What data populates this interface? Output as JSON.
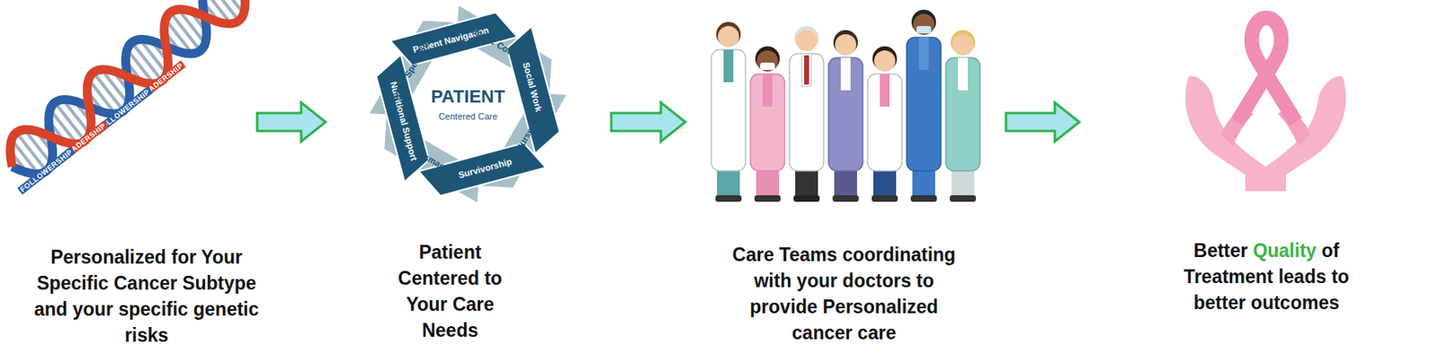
{
  "diagram": {
    "nodes": [
      {
        "text": [
          "Personalized for Your Specific Cancer Subtype and your specific genetic risks"
        ]
      },
      {
        "text": [
          "Patient Centered to Your Care Needs"
        ]
      },
      {
        "text": [
          "Care Teams coordinating with your doctors to provide Personalized cancer care"
        ]
      },
      {
        "text": [
          "Better Quality of Treatment leads to better outcomes"
        ]
      }
    ],
    "edges": [
      {
        "from": 0,
        "to": 1,
        "arrow": "to"
      },
      {
        "from": 1,
        "to": 2,
        "arrow": "to"
      },
      {
        "from": 2,
        "to": 3,
        "arrow": "to"
      }
    ],
    "labels": [
      "LEADERSHIP",
      "FOLLOWERSHIP",
      "LEADERSHIP",
      "FOLLOWERSHIP",
      "Patient Navigation",
      "Genetic Counselor",
      "Social Work",
      "Nurses",
      "Survivorship",
      "pharmacists",
      "Nutritional Support",
      "Cancer Specialists",
      "PATIENT",
      "Centered Care"
    ]
  }
}
